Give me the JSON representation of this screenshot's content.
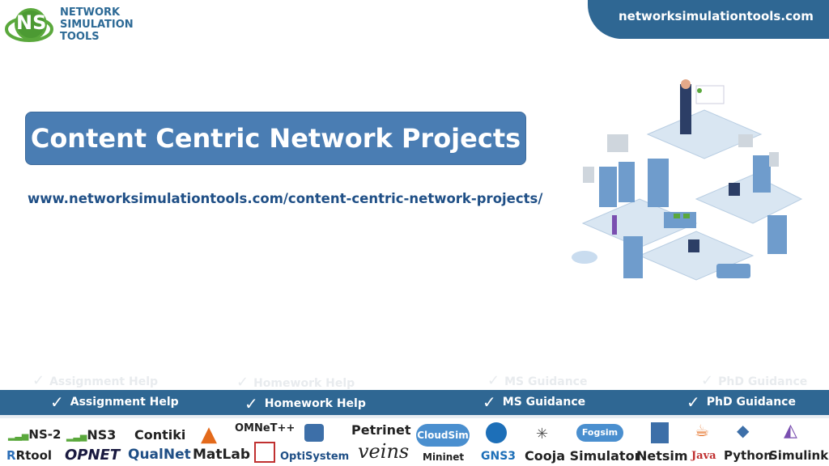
{
  "brand": {
    "logo_initials": "NS",
    "logo_line1": "NETWORK",
    "logo_line2": "SIMULATION",
    "logo_line3": "TOOLS",
    "site_url": "networksimulationtools.com"
  },
  "hero": {
    "title": "Content Centric Network Projects",
    "page_url": "www.networksimulationtools.com/content-centric-network-projects/"
  },
  "services": [
    {
      "label": "Assignment Help"
    },
    {
      "label": "Homework Help"
    },
    {
      "label": "MS  Guidance"
    },
    {
      "label": "PhD  Guidance"
    }
  ],
  "tools_row1": [
    "NS-2",
    "NS3",
    "Contiki",
    "OMNeT++",
    "Petrinet",
    "CloudSim",
    "Fogsim"
  ],
  "tools_row2": [
    "Rtool",
    "OPNET",
    "QualNet",
    "MatLab",
    "OptiSystem",
    "veins",
    "Mininet",
    "GNS3",
    "Cooja Simulator",
    "Netsim",
    "Java",
    "Python",
    "Simulink"
  ],
  "colors": {
    "brand_blue": "#2f6793",
    "title_blue": "#4a7db3",
    "link_blue": "#1f4f86",
    "logo_green": "#5aa83c"
  }
}
